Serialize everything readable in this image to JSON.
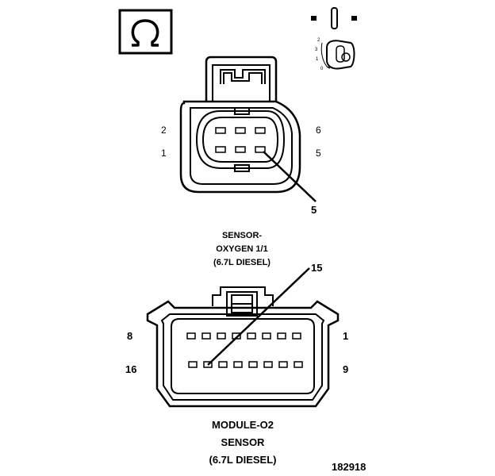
{
  "symbol": {
    "glyph": "Ω",
    "name": "omega-icon"
  },
  "lock_indicator": {
    "positions": [
      "2",
      "3",
      "1",
      "0"
    ]
  },
  "sensor_connector": {
    "pin_labels": {
      "top_left": "2",
      "bottom_left": "1",
      "top_right": "6",
      "bottom_right": "5"
    },
    "callout": "5",
    "caption": [
      "SENSOR-",
      "OXYGEN 1/1",
      "(6.7L DIESEL)"
    ]
  },
  "module_connector": {
    "pin_labels": {
      "top_left": "8",
      "bottom_left": "16",
      "top_right": "1",
      "bottom_right": "9"
    },
    "callout": "15",
    "caption": [
      "MODULE-O2",
      "SENSOR",
      "(6.7L DIESEL)"
    ]
  },
  "figure_number": "182918"
}
